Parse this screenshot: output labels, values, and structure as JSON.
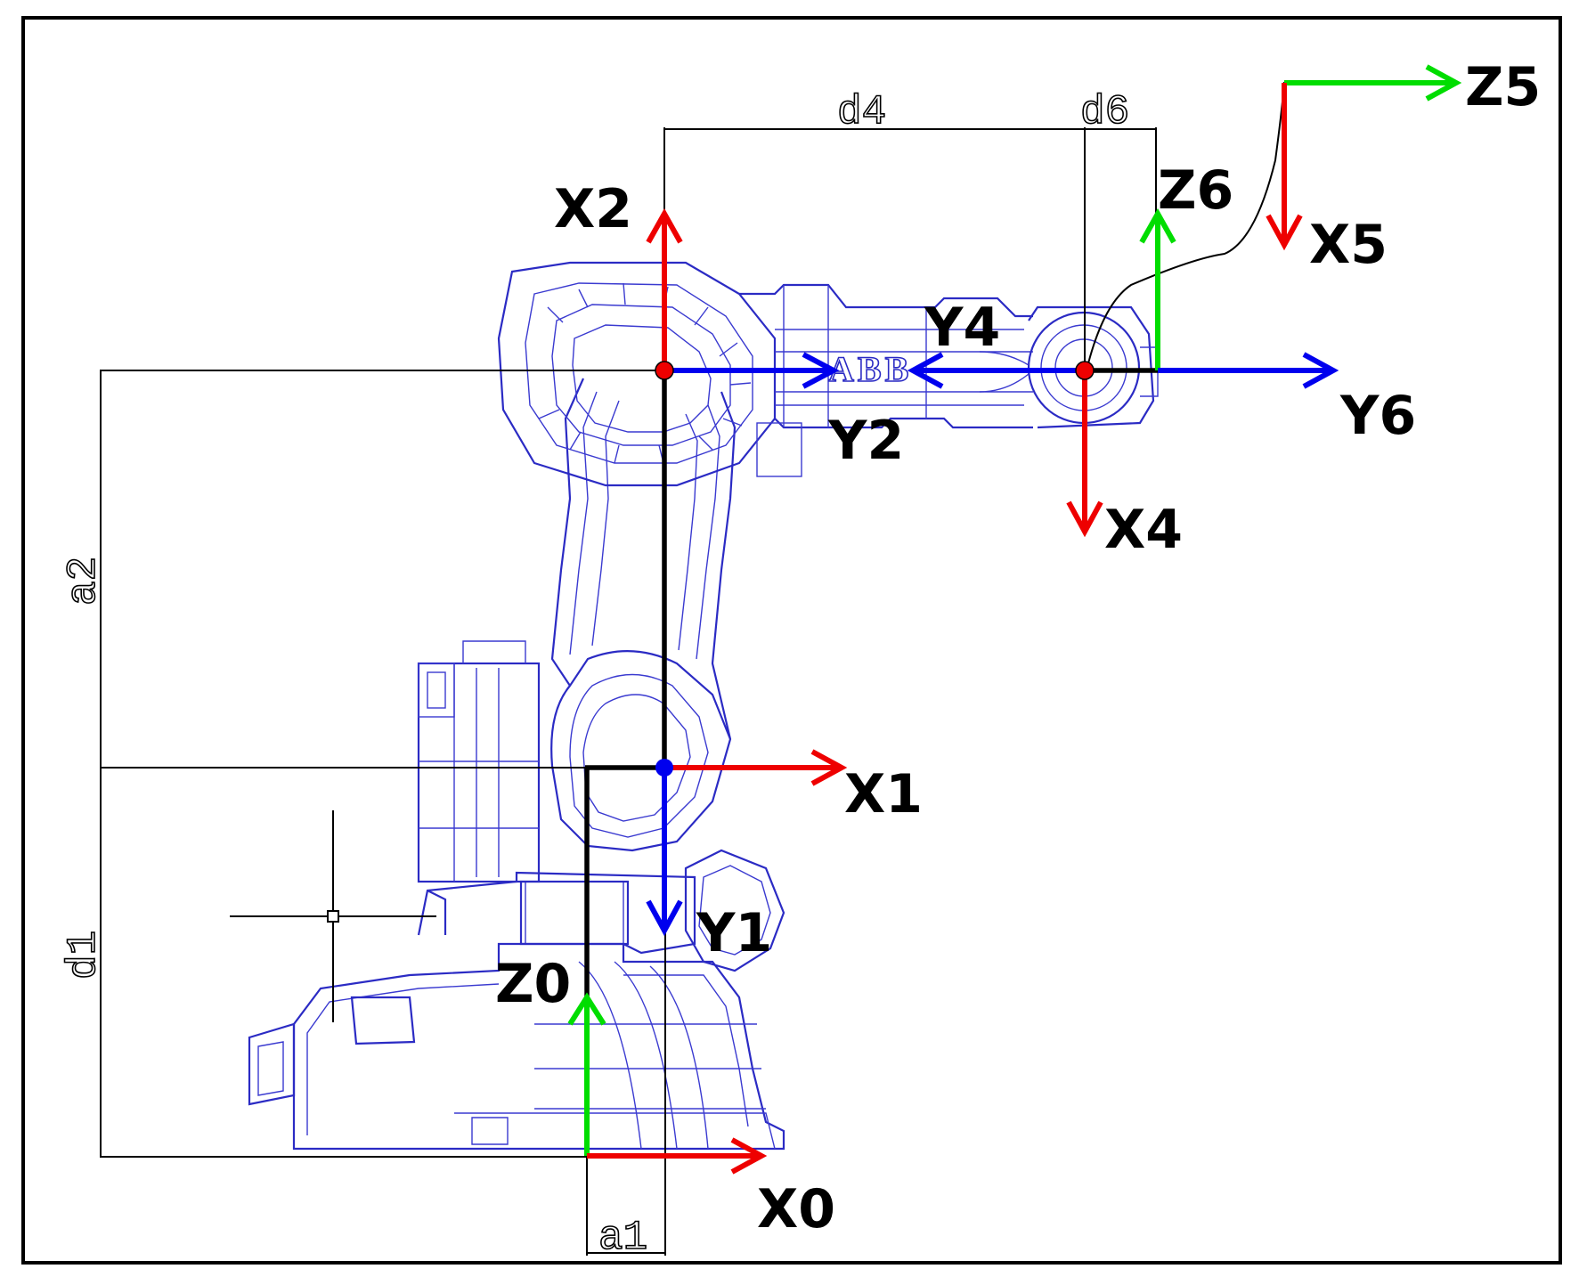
{
  "colors": {
    "x_axis": "#ee0000",
    "y_axis": "#0000ee",
    "z_axis": "#00dd00",
    "robot_outline": "#2b2bc4",
    "dimension": "#000000"
  },
  "frames": {
    "frame0": {
      "x": "X0",
      "z": "Z0"
    },
    "frame1": {
      "x": "X1",
      "y": "Y1"
    },
    "frame2": {
      "x": "X2",
      "y": "Y2"
    },
    "frame4": {
      "x": "X4",
      "y": "Y4"
    },
    "frame5": {
      "x": "X5",
      "z": "Z5"
    },
    "frame6": {
      "y": "Y6",
      "z": "Z6"
    }
  },
  "dimensions": {
    "a1": "a1",
    "a2": "a2",
    "d1": "d1",
    "d4": "d4",
    "d6": "d6"
  },
  "robot": {
    "brand": "ABB"
  }
}
